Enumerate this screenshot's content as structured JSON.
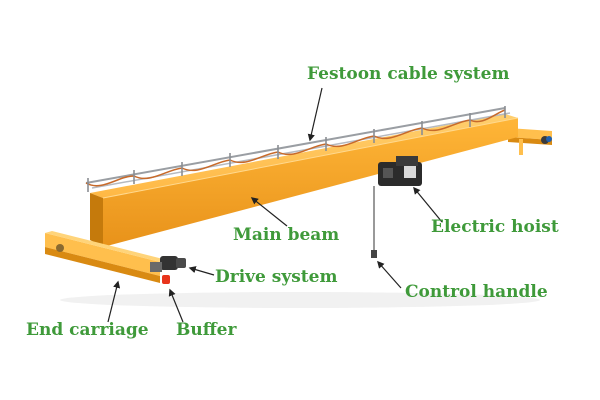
{
  "labels": {
    "festoon": "Festoon cable system",
    "main_beam": "Main beam",
    "electric_hoist": "Electric hoist",
    "drive_system": "Drive system",
    "control_handle": "Control handle",
    "end_carriage": "End carriage",
    "buffer": "Buffer"
  },
  "colors": {
    "label": "#3f9a3a",
    "beam": "#f5a623",
    "beam_dark": "#d98a12",
    "beam_light": "#ffc04d",
    "steel": "#9a9ea3",
    "hoist": "#2b2b2b",
    "buffer": "#e8341c"
  }
}
